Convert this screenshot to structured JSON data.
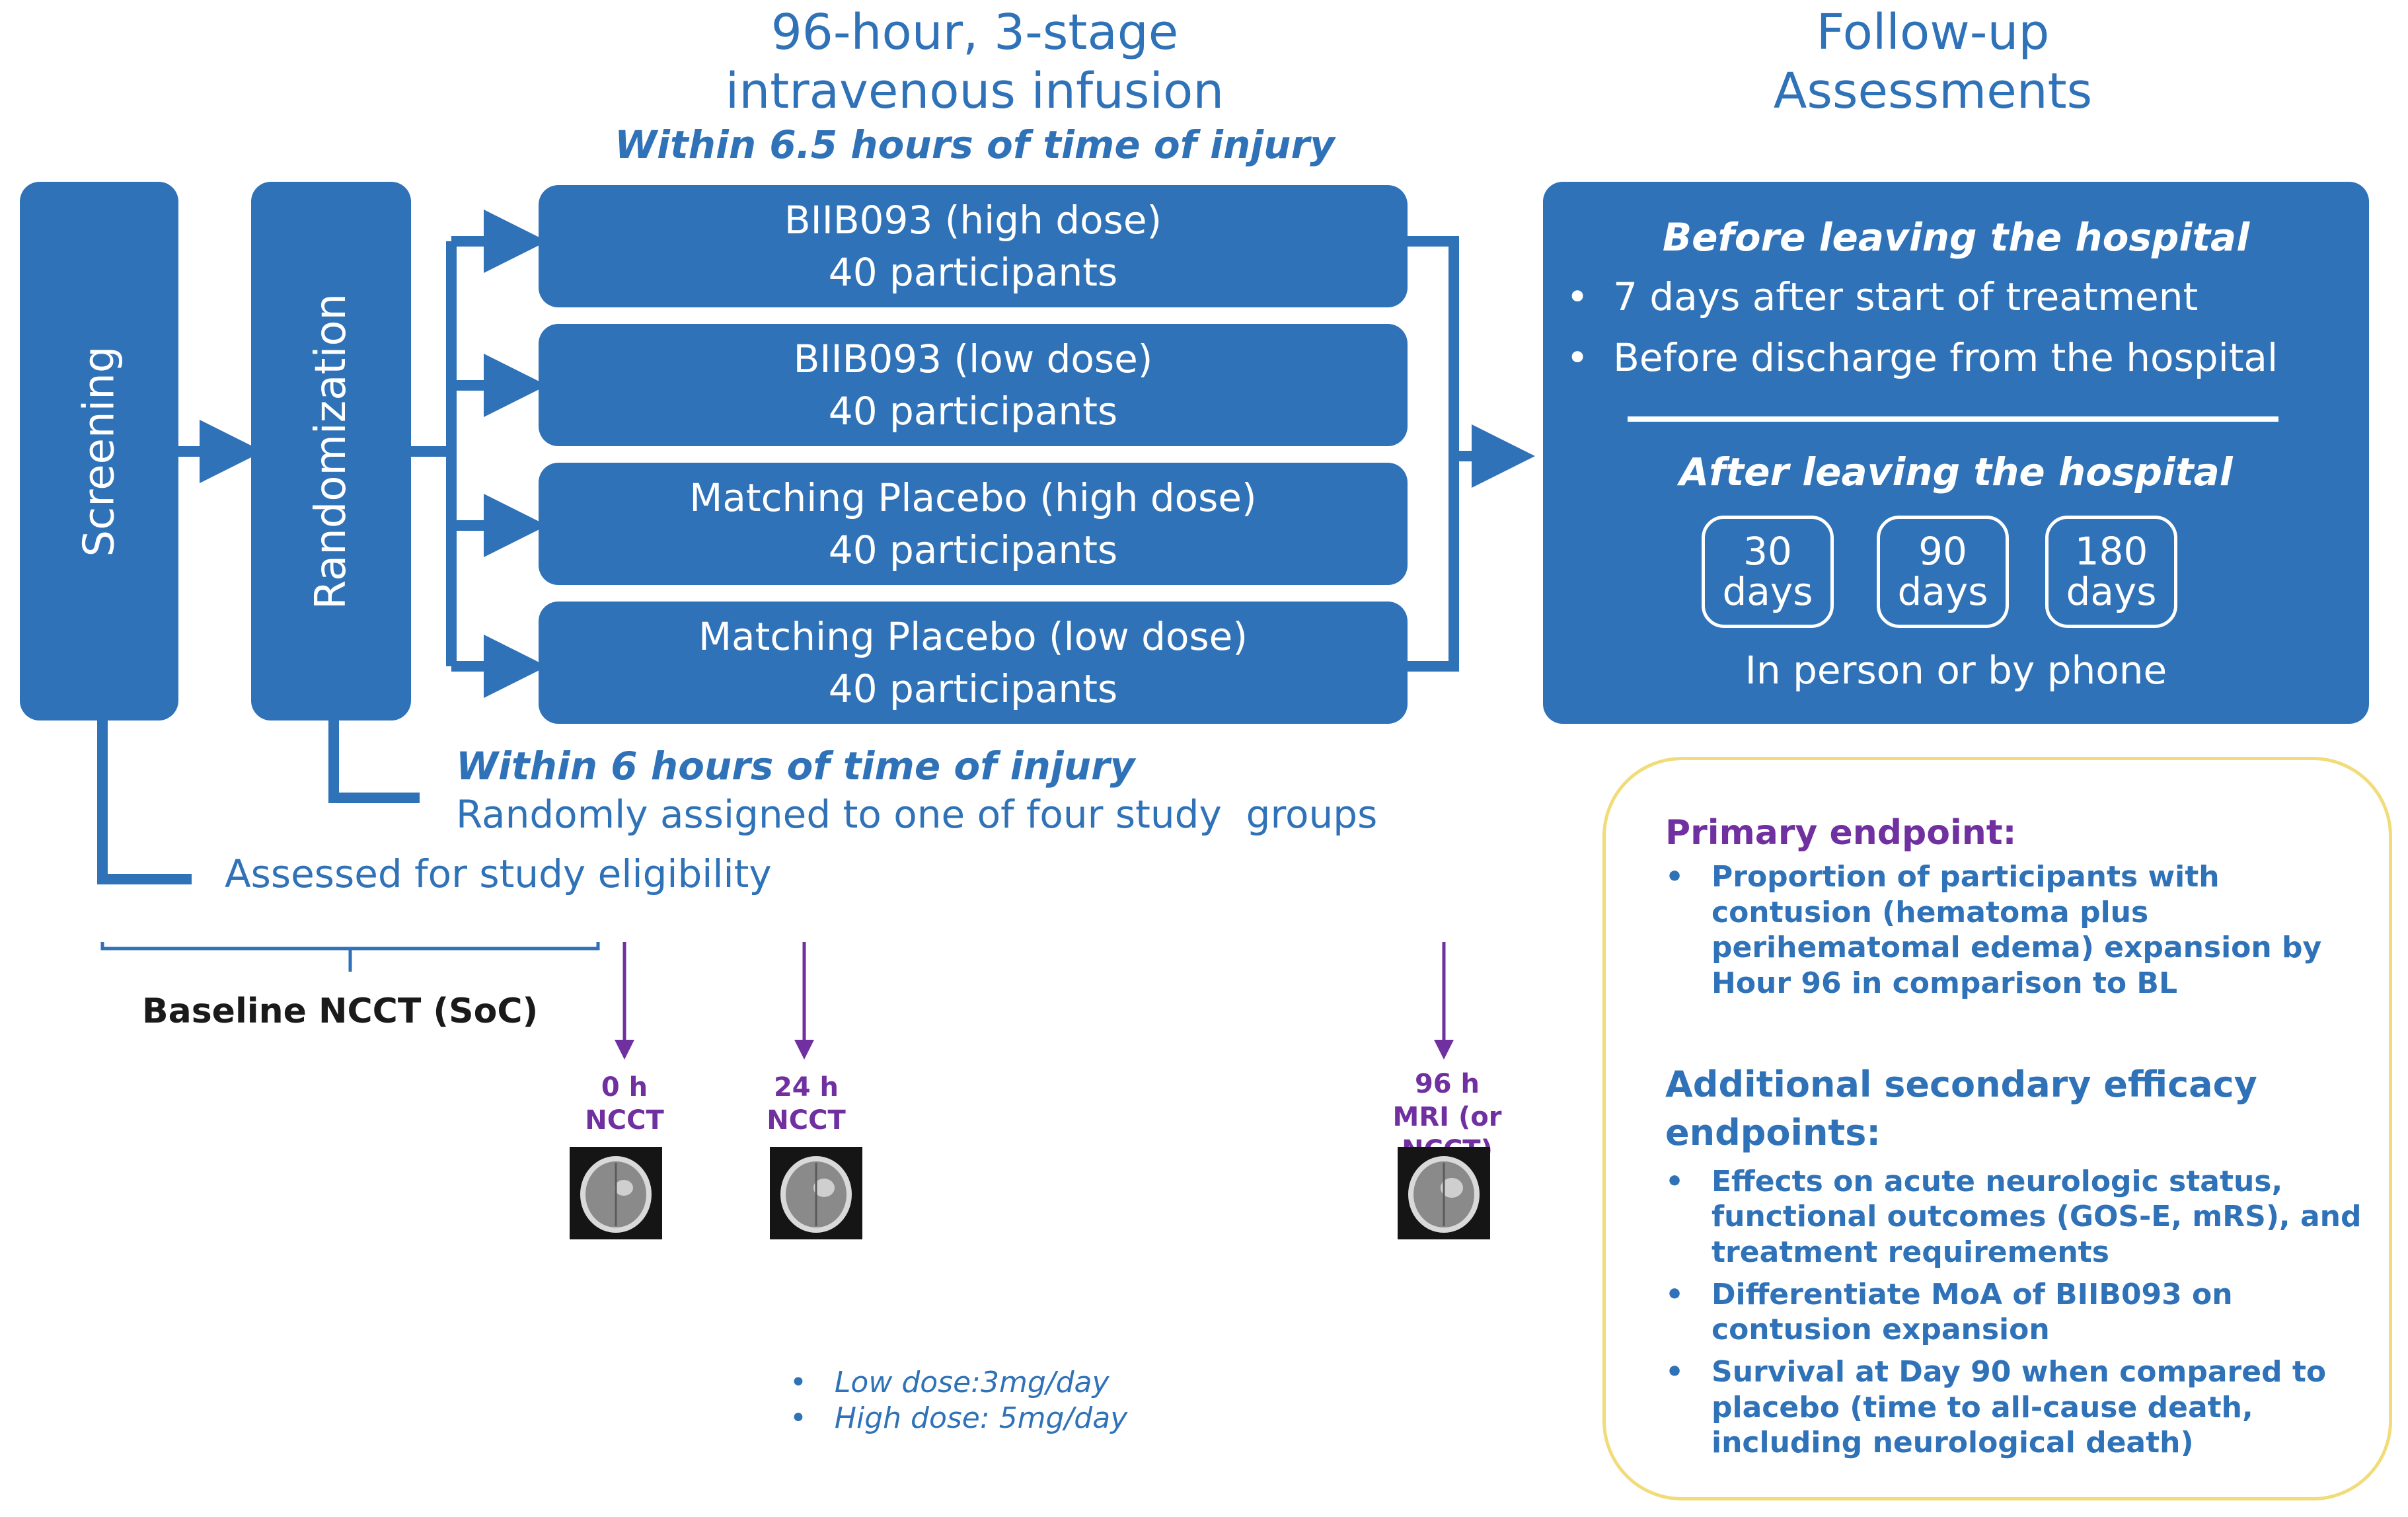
{
  "header": {
    "infusion_title_line1": "96-hour, 3-stage",
    "infusion_title_line2": "intravenous infusion",
    "infusion_subtitle": "Within 6.5 hours of time of injury",
    "followup_title_line1": "Follow-up",
    "followup_title_line2": "Assessments"
  },
  "stages": {
    "screening": "Screening",
    "randomization": "Randomization"
  },
  "arms": [
    {
      "name": "BIIB093 (high dose)",
      "n": "40 participants"
    },
    {
      "name": "BIIB093 (low dose)",
      "n": "40 participants"
    },
    {
      "name": "Matching Placebo (high dose)",
      "n": "40 participants"
    },
    {
      "name": "Matching Placebo (low dose)",
      "n": "40 participants"
    }
  ],
  "followup": {
    "before_title": "Before leaving the hospital",
    "before_items": [
      "7 days after start of treatment",
      "Before discharge from the hospital"
    ],
    "after_title": "After leaving the hospital",
    "days": [
      {
        "num": "30",
        "unit": "days"
      },
      {
        "num": "90",
        "unit": "days"
      },
      {
        "num": "180",
        "unit": "days"
      }
    ],
    "contact": "In person or by phone"
  },
  "notes": {
    "randomization_window": "Within 6 hours of time of injury",
    "randomization_desc": "Randomly assigned to one of four study  groups",
    "screening_desc": "Assessed for study eligibility",
    "baseline": "Baseline NCCT (SoC)"
  },
  "timepoints": [
    {
      "time": "0 h",
      "modality": "NCCT"
    },
    {
      "time": "24 h",
      "modality": "NCCT"
    },
    {
      "time": "96 h",
      "modality": "MRI (or NCCT)"
    }
  ],
  "doses": [
    "Low dose:3mg/day",
    "High dose: 5mg/day"
  ],
  "endpoints": {
    "primary_title": "Primary endpoint:",
    "primary_items": [
      "Proportion of participants with contusion (hematoma plus perihematomal edema) expansion by Hour 96 in comparison to BL"
    ],
    "secondary_title": "Additional secondary efficacy endpoints:",
    "secondary_items": [
      "Effects on acute neurologic status, functional outcomes (GOS-E, mRS), and treatment requirements",
      "Differentiate MoA of BIIB093 on contusion expansion",
      "Survival at Day 90 when compared to placebo (time to all-cause death, including neurological death)"
    ]
  },
  "colors": {
    "box_blue": "#2f72b8",
    "timepoint_purple": "#7030a0",
    "endpoint_border": "#f2dc7a"
  }
}
